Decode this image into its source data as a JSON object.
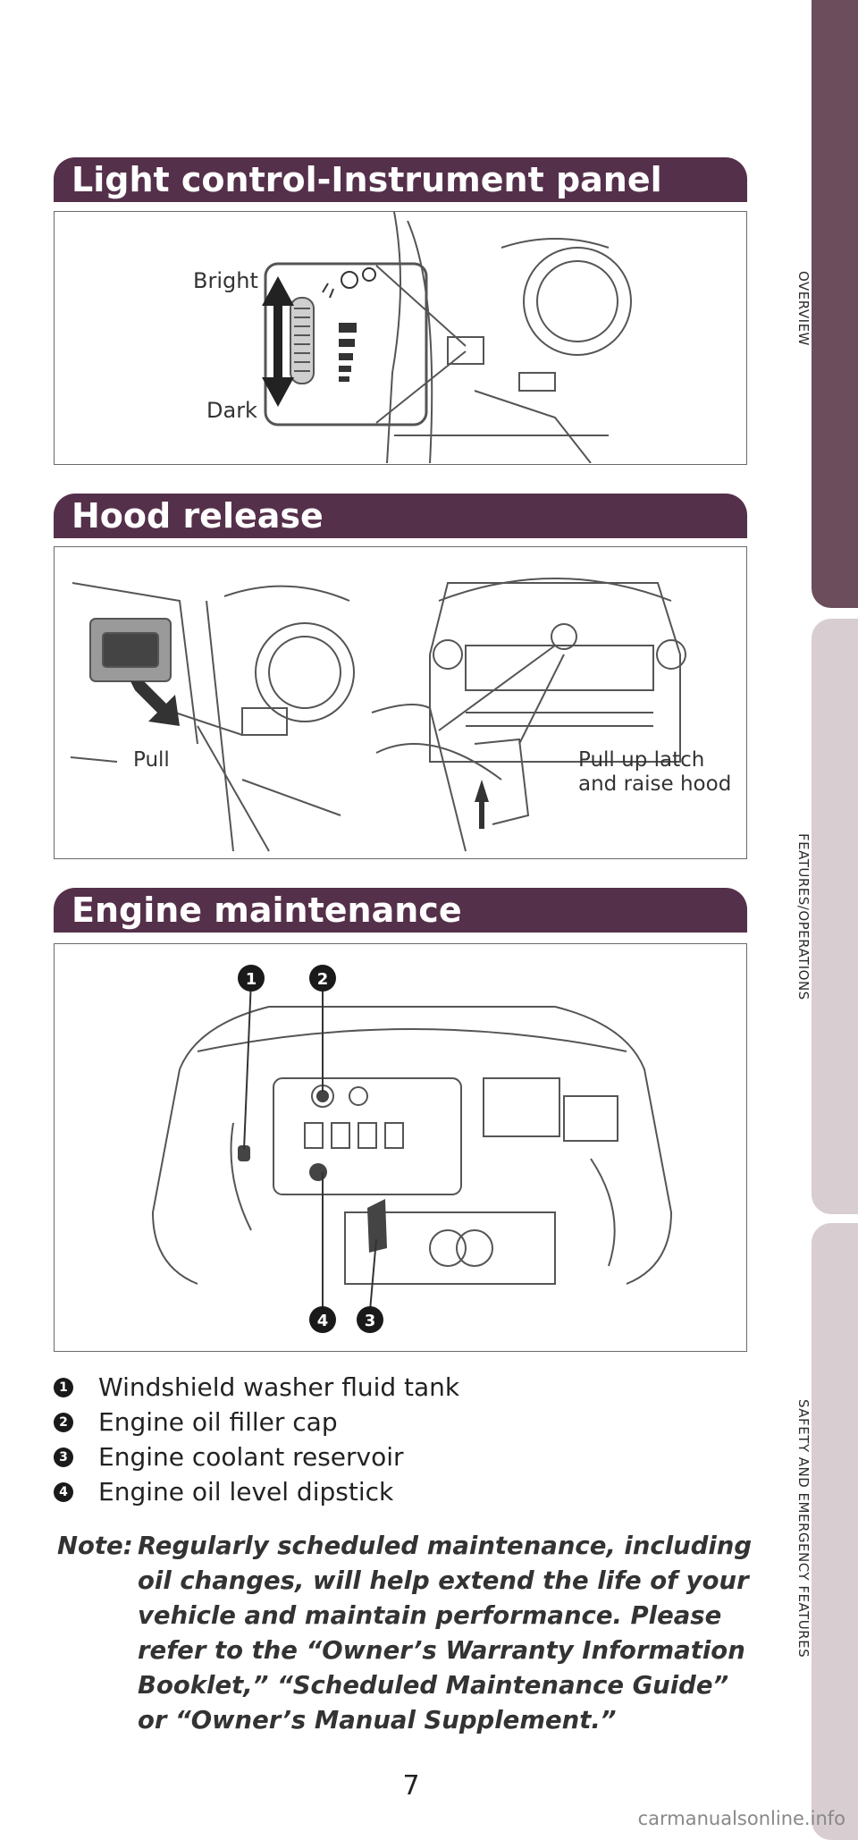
{
  "side_tabs": [
    "OVERVIEW",
    "FEATURES/OPERATIONS",
    "SAFETY AND EMERGENCY FEATURES"
  ],
  "sections": {
    "light": {
      "title": "Light control-Instrument panel",
      "labels": {
        "bright": "Bright",
        "dark": "Dark"
      }
    },
    "hood": {
      "title": "Hood release",
      "labels": {
        "pull": "Pull",
        "latch_line1": "Pull up latch",
        "latch_line2": "and raise hood"
      }
    },
    "engine": {
      "title": "Engine maintenance",
      "callouts": [
        "1",
        "2",
        "3",
        "4"
      ],
      "items": [
        {
          "num": "1",
          "text": "Windshield washer fluid tank"
        },
        {
          "num": "2",
          "text": "Engine oil filler cap"
        },
        {
          "num": "3",
          "text": "Engine coolant reservoir"
        },
        {
          "num": "4",
          "text": "Engine oil level dipstick"
        }
      ]
    }
  },
  "note": {
    "label": "Note:",
    "text": "Regularly scheduled maintenance, including oil changes, will help extend the life of your vehicle and maintain performance. Please refer to the “Owner’s Warranty Information Booklet,” “Scheduled Maintenance Guide” or “Owner’s Manual Supplement.”"
  },
  "page_number": "7",
  "watermark": "carmanualsonline.info",
  "colors": {
    "header": "#55304a",
    "active_tab": "#6b4d5b",
    "inactive_tab": "#d8cdd1"
  }
}
